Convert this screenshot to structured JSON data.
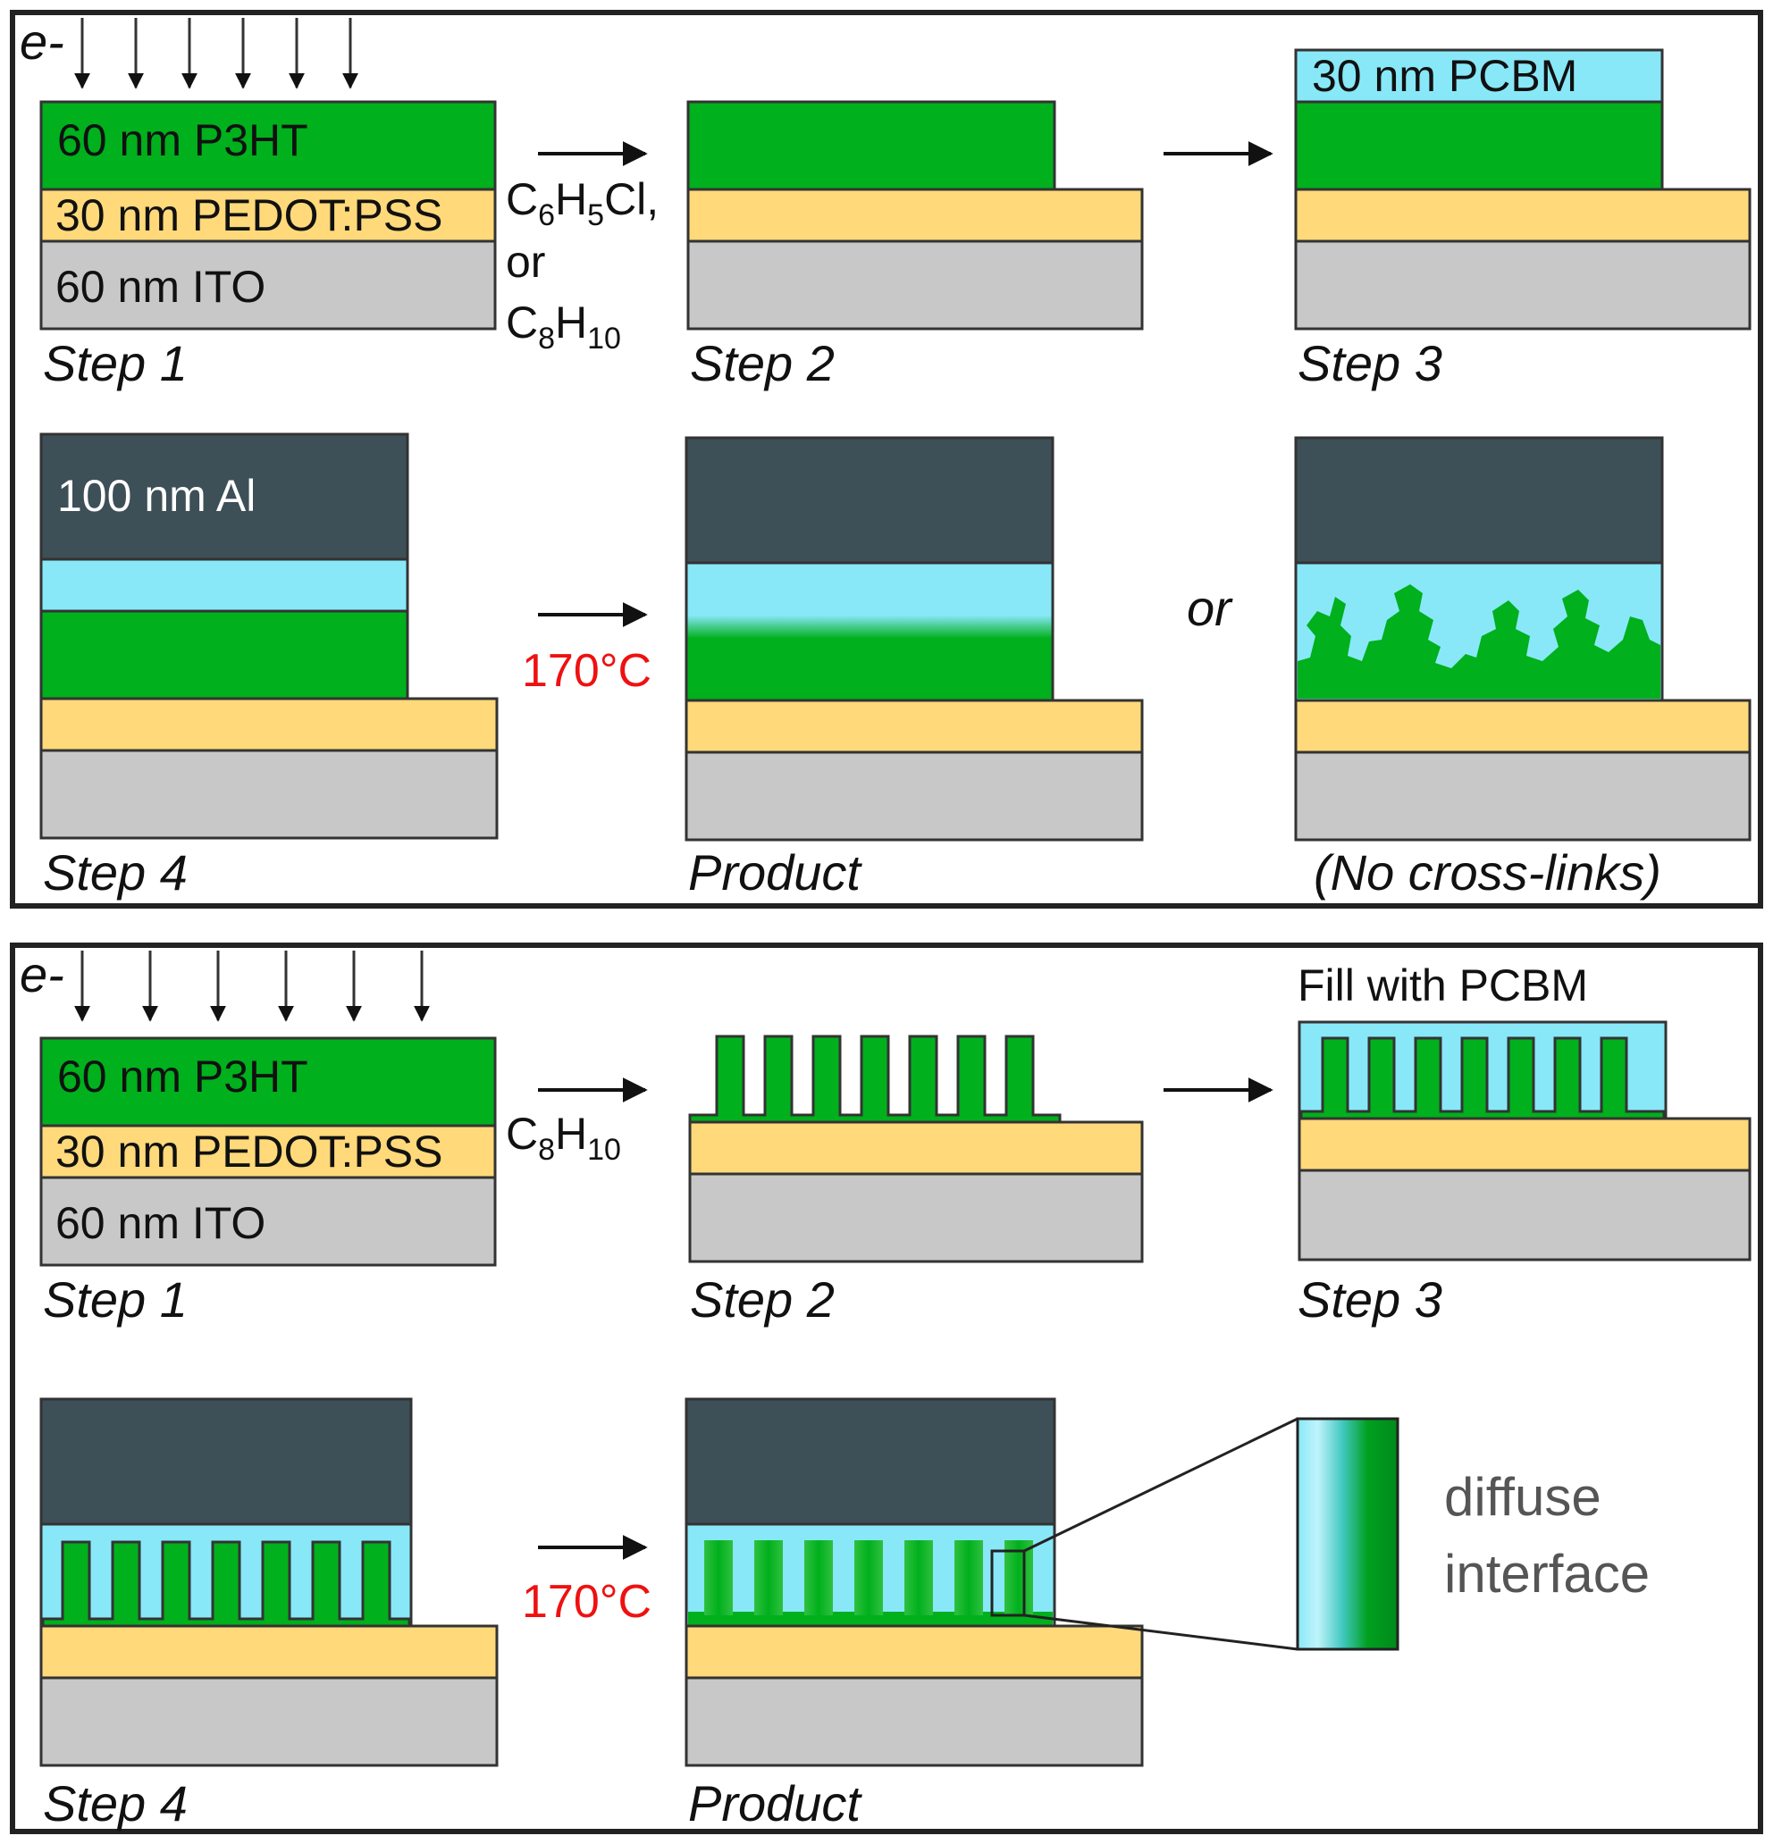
{
  "colors": {
    "p3ht": "#00b01c",
    "pedot": "#ffd97a",
    "ito": "#c8c8c8",
    "pcbm": "#88e8f8",
    "al": "#3d4f57",
    "temp": "#ee1111"
  },
  "electron_label": "e-",
  "panel_top": {
    "step1": {
      "layer_p3ht": "60 nm P3HT",
      "layer_pedot": "30 nm PEDOT:PSS",
      "layer_ito": "60 nm ITO",
      "label": "Step 1"
    },
    "solvent": {
      "line1_main": "C",
      "line1_sub1": "6",
      "line1_h": "H",
      "line1_sub2": "5",
      "line1_tail": "Cl,",
      "line2": "or",
      "line3_main": "C",
      "line3_sub1": "8",
      "line3_h": "H",
      "line3_sub2": "10"
    },
    "step2_label": "Step 2",
    "step3": {
      "layer_pcbm": "30 nm PCBM",
      "label": "Step 3"
    },
    "step4": {
      "layer_al": "100 nm Al",
      "label": "Step 4"
    },
    "temperature": "170°C",
    "product_label": "Product",
    "or_label": "or",
    "no_crosslinks_label": "(No cross-links)"
  },
  "panel_bottom": {
    "step1": {
      "layer_p3ht": "60 nm P3HT",
      "layer_pedot": "30 nm PEDOT:PSS",
      "layer_ito": "60 nm ITO",
      "label": "Step 1"
    },
    "solvent": {
      "main": "C",
      "sub1": "8",
      "h": "H",
      "sub2": "10"
    },
    "step2_label": "Step 2",
    "step3": {
      "fill_label": "Fill with PCBM",
      "label": "Step 3"
    },
    "step4_label": "Step 4",
    "temperature": "170°C",
    "product_label": "Product",
    "interface_line1": "diffuse",
    "interface_line2": "interface"
  }
}
